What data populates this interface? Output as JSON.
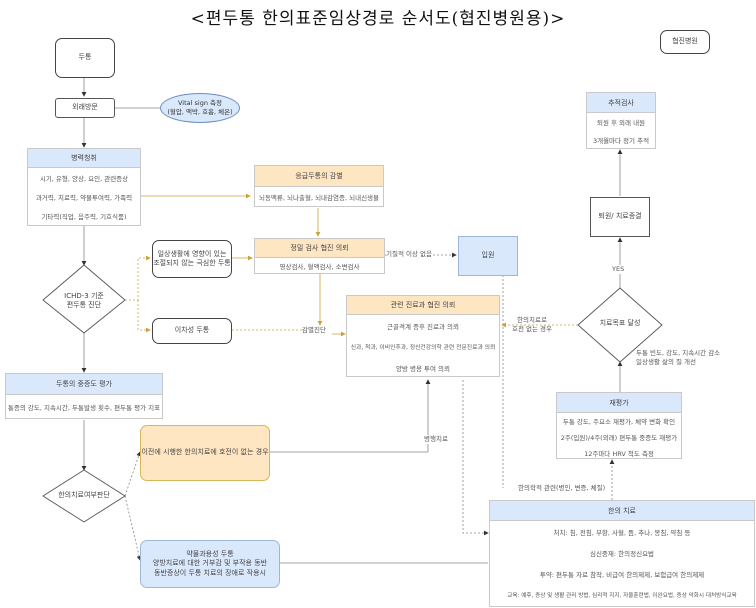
{
  "title": "<편두통 한의표준임상경로 순서도(협진병원용)>",
  "badge": "협진병원",
  "nodes": {
    "headache": "두통",
    "visit": "외래방문",
    "vital": {
      "line1": "Vital sign 측정",
      "line2": "(혈압, 맥박, 호흡, 체온)"
    },
    "history": {
      "header": "병력청취",
      "rows": [
        "시기, 유형, 양상, 요인, 관련증상",
        "과거력, 치료력, 약물투여력, 가족력",
        "기타력(직업, 음주력, 기호식품)"
      ]
    },
    "diagnosis": {
      "line1": "ICHD-3 기준",
      "line2": "편두통 진단"
    },
    "severity": {
      "header": "두통의 중증도 평가",
      "rows": [
        "통증의 강도, 지속시간, 두통발생 횟수, 편두통 평가 지표"
      ]
    },
    "decision": "한의치료여부판단",
    "no_improve": "이전에 시행한 한의치료에 호전이 없는 경우",
    "medication_overuse": {
      "line1": "약물과용성 두통",
      "line2": "양방치료에 대한 거부감 및 부작용 동반",
      "line3": "동반증상이 두통 치료의 장애로 작용시"
    },
    "emergency": {
      "header": "응급두통의 감별",
      "rows": [
        "뇌동맥류, 뇌나출혈, 뇌내감염증, 뇌내신생물"
      ]
    },
    "severe": {
      "line1": "일상생활에 영향이 있는",
      "line2": "조절되지 않는 극심한 두통"
    },
    "secondary": "이차성 두통",
    "exam": {
      "header": "정밀 검사 협진 의뢰",
      "rows": [
        "영상검사, 혈액검사, 소변검사"
      ]
    },
    "admission": "입원",
    "consult": {
      "header": "관련 진료과 협진 의뢰",
      "rows": [
        "근골격계 증후 진료과 의뢰",
        "신과, 척과, 이비인후과, 정신건강의학 관련 전문진료과 의뢰",
        "양방 병용 투여 의뢰"
      ]
    },
    "goal": "치료목표 달성",
    "discharge": "퇴원/ 치료종결",
    "followup": {
      "header": "추적검사",
      "rows": [
        "퇴원 후 외래 내원",
        "3개월마다 정기 추적"
      ]
    },
    "reeval": {
      "header": "재평가",
      "rows": [
        "두통 강도, 주요소 재평가, 체약 변화 확인",
        "2주(입원)/4주(외래) 편두통 중증도 재평가",
        "12주마다 HRV 척도 측정"
      ]
    },
    "km_treatment": {
      "header": "한의 치료",
      "rows": [
        "처치: 침, 전침, 부항, 사혈, 뜸, 추나, 봉침, 약침 등",
        "심신중재: 한의정신요법",
        "투약: 편두통 자료 참작, 비급여 한의제제, 보험급여 한의제제",
        "교육: 예후, 증상 및 생활 관리 방법, 심리적 지지, 자율훈련법, 이완요법, 증상 악화시 대처방식교육"
      ]
    }
  },
  "edge_labels": {
    "abnormal_none": "기질적 이상 없음",
    "rule_out": "감별진단",
    "concurrent": "병행치료",
    "km_related": "한의학적 관련(병인, 변증, 체질)",
    "yes": "YES",
    "no_improve_km": {
      "line1": "한의치료로",
      "line2": "호전 없는 경우"
    },
    "improve": {
      "line1": "두통 빈도, 강도, 지속시간 감소",
      "line2": "일상생활 삶의 질 개선"
    }
  }
}
